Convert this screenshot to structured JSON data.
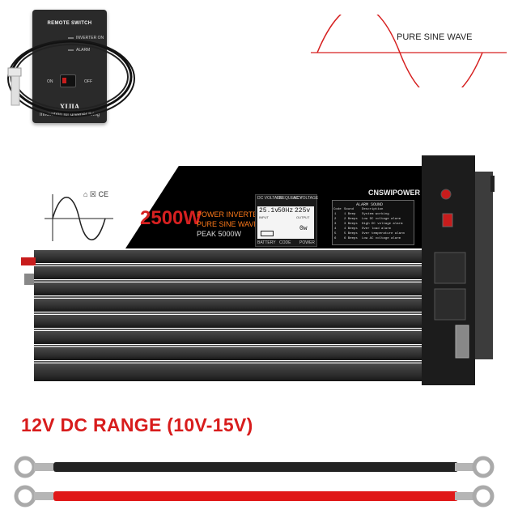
{
  "remote": {
    "title": "REMOTE SWITCH",
    "led_inverter_on": "INVERTER ON",
    "led_alarm": "ALARM",
    "on_label": "ON",
    "off_label": "OFF",
    "brand": "XIJIA",
    "tagline": "Innovation for greener living"
  },
  "wave": {
    "label": "PURE SINE WAVE",
    "color": "#d62020"
  },
  "inverter": {
    "wattage": "2500W",
    "spec_line1": "POWER INVERTER",
    "spec_line2": "PURE SINE WAVE",
    "peak": "PEAK 5000W",
    "brand": "CNSWIPOWER",
    "lcd": {
      "top_left": "DC VOLTAGE",
      "top_mid": "FREQUENCY",
      "top_right": "AC VOLTAGE",
      "dc_value": "25.1v",
      "freq_value": "50Hz",
      "ac_value": "225v",
      "input_label": "INPUT",
      "output_label": "OUTPUT",
      "power_value": "0w",
      "bottom_left": "BATTERY",
      "bottom_mid": "CODE",
      "bottom_right": "POWER"
    },
    "alarm_table": {
      "title": "ALARM SOUND",
      "headers": [
        "Code",
        "Sound",
        "Description"
      ],
      "rows": [
        [
          "1",
          "1 Beep",
          "System working"
        ],
        [
          "2",
          "2 Beeps",
          "Low DC voltage alarm"
        ],
        [
          "3",
          "3 Beeps",
          "High DC voltage alarm"
        ],
        [
          "4",
          "4 Beeps",
          "Over load alarm"
        ],
        [
          "5",
          "5 Beeps",
          "Over temperature alarm"
        ],
        [
          "6",
          "6 Beeps",
          "Low AC voltage alarm"
        ]
      ]
    }
  },
  "range_text": "12V DC RANGE (10V-15V)",
  "colors": {
    "accent_red": "#d81c1c",
    "body_dark": "#1c1c1c"
  }
}
